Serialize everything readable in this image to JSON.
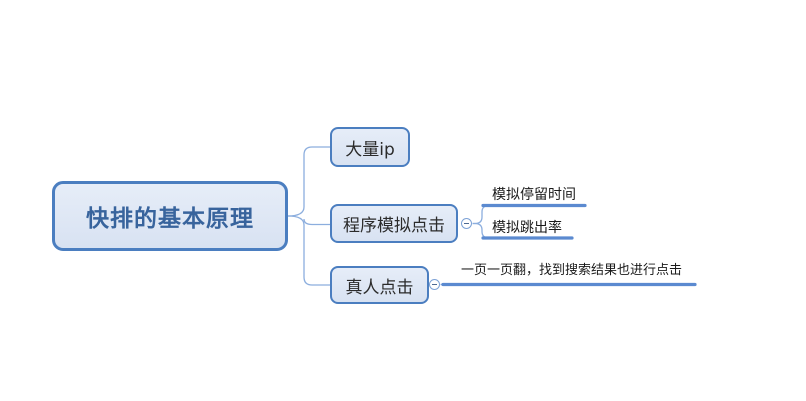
{
  "app": {
    "type": "mindmap-canvas"
  },
  "colors": {
    "canvas_bg": "#ffffff",
    "node_fill": "#dfe8f6",
    "node_border": "#4b7ec0",
    "root_text": "#38649d",
    "topic_text": "#2b2b2b",
    "leaf_text": "#1a1a1a",
    "branch_line": "#8caede",
    "leaf_underline": "#5b8ad0"
  },
  "mindmap": {
    "root": {
      "label": "快排的基本原理"
    },
    "children": [
      {
        "label": "大量ip"
      },
      {
        "label": "程序模拟点击",
        "toggle": "collapse-minus",
        "children": [
          {
            "label": "模拟停留时间"
          },
          {
            "label": "模拟跳出率"
          }
        ]
      },
      {
        "label": "真人点击",
        "toggle": "collapse-minus",
        "children": [
          {
            "label": "一页一页翻，找到搜索结果也进行点击"
          }
        ]
      }
    ]
  }
}
